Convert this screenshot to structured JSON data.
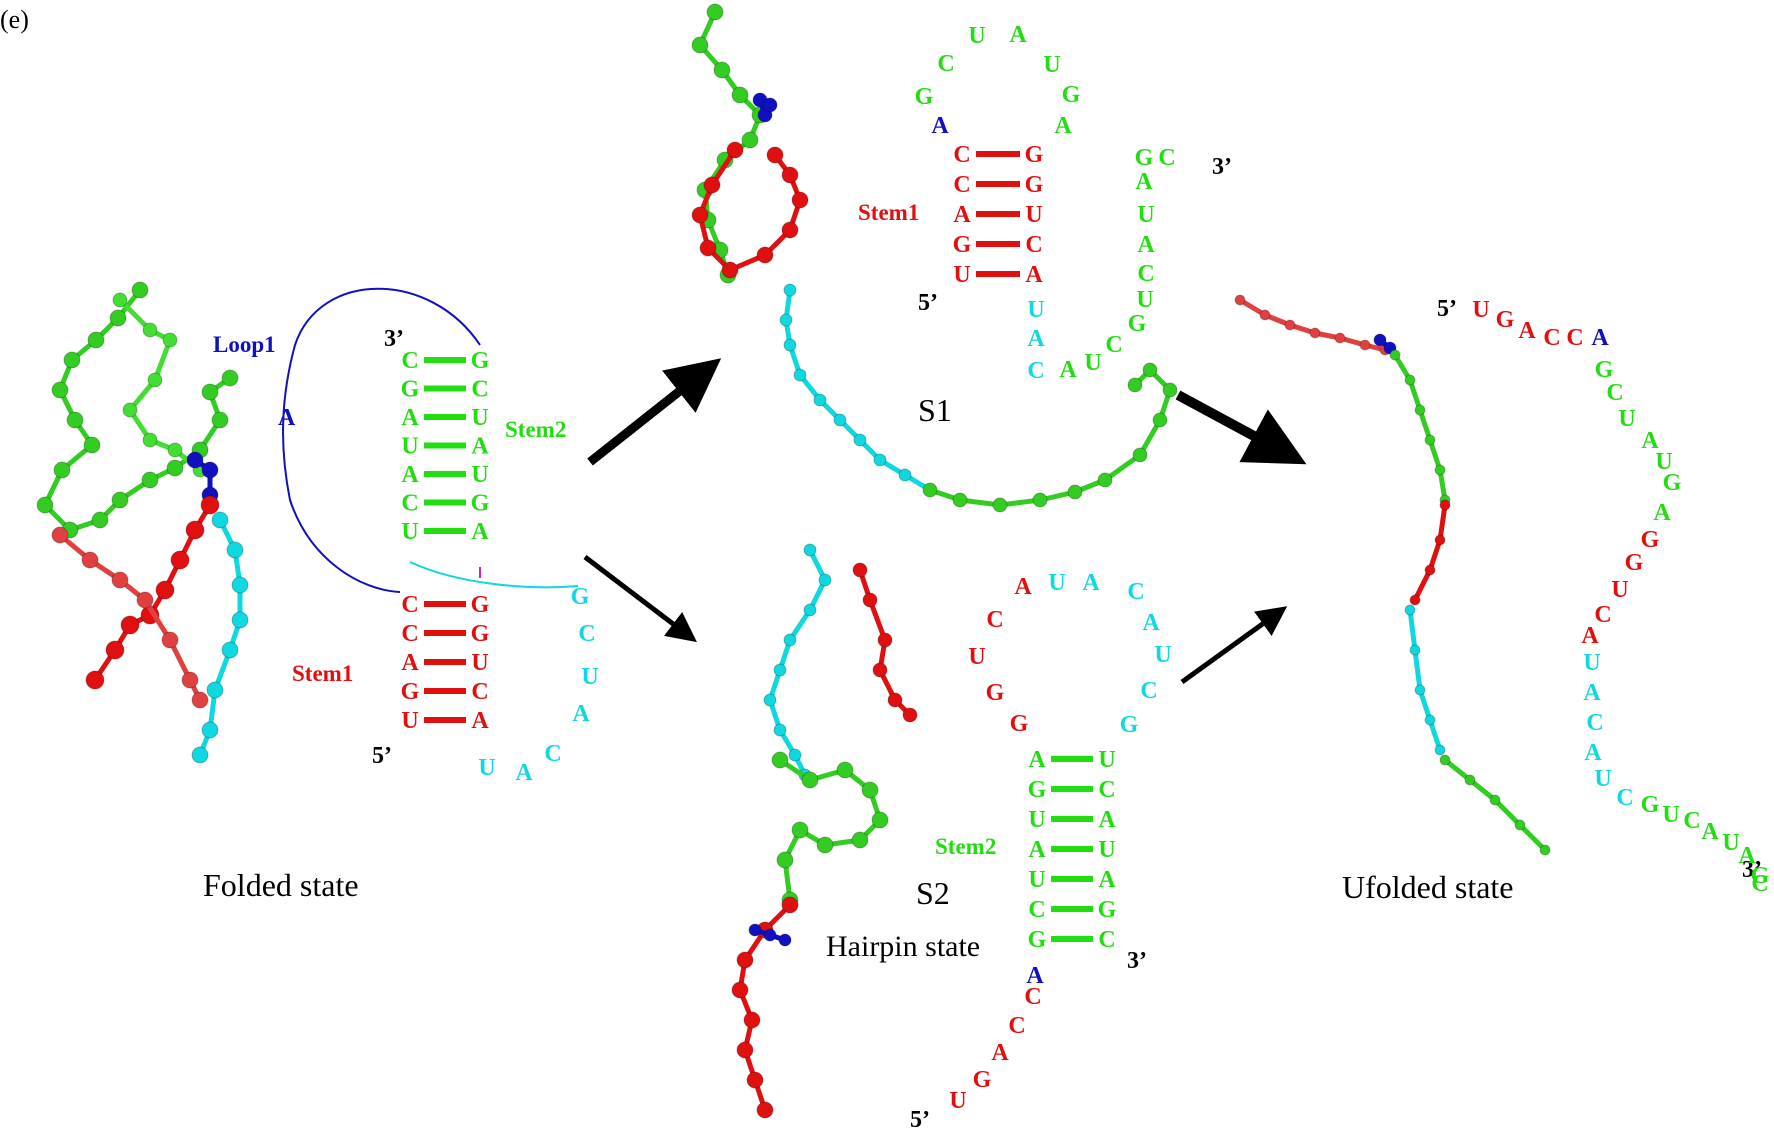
{
  "panel_label": "(e)",
  "colors": {
    "stem1": "#e01010",
    "stem2": "#22dd10",
    "loop_adenine": "#1010c0",
    "tail": "#10d8e0",
    "ends": "#000000"
  },
  "folded": {
    "caption": "Folded state",
    "loop_label": "Loop1",
    "loop_base": "A",
    "stem1_label": "Stem1",
    "stem2_label": "Stem2",
    "five_prime": "5’",
    "three_prime": "3’",
    "stem2_left": [
      "C",
      "G",
      "A",
      "U",
      "A",
      "C",
      "U"
    ],
    "stem2_right": [
      "G",
      "C",
      "U",
      "A",
      "U",
      "G",
      "A"
    ],
    "stem1_left": [
      "C",
      "C",
      "A",
      "G",
      "U"
    ],
    "stem1_right": [
      "G",
      "G",
      "U",
      "C",
      "A"
    ],
    "tail": [
      "G",
      "C",
      "U",
      "A",
      "C",
      "A",
      "U"
    ]
  },
  "s1": {
    "name": "S1",
    "stem1_label": "Stem1",
    "five_prime": "5’",
    "three_prime": "3’",
    "loop_adenine": "A",
    "loop": [
      "G",
      "C",
      "U",
      "A",
      "U",
      "G",
      "A"
    ],
    "stem1_left": [
      "C",
      "C",
      "A",
      "G",
      "U"
    ],
    "stem1_right": [
      "G",
      "G",
      "U",
      "C",
      "A"
    ],
    "tail_cyan": [
      "U",
      "A",
      "C"
    ],
    "tail_green": [
      "A",
      "U",
      "C",
      "G",
      "U",
      "C",
      "A",
      "U",
      "A",
      "G",
      "C"
    ]
  },
  "s2": {
    "name": "S2",
    "caption": "Hairpin state",
    "stem2_label": "Stem2",
    "five_prime": "5’",
    "three_prime": "3’",
    "loop_red": [
      "A",
      "C",
      "U",
      "G",
      "G"
    ],
    "loop_cyan": [
      "U",
      "A",
      "C",
      "A",
      "U",
      "C",
      "G"
    ],
    "stem2_left": [
      "A",
      "G",
      "U",
      "A",
      "U",
      "C",
      "G"
    ],
    "stem2_right": [
      "U",
      "C",
      "A",
      "U",
      "A",
      "G",
      "C"
    ],
    "linker_a": "A",
    "tail_red": [
      "C",
      "C",
      "A",
      "G",
      "U"
    ]
  },
  "unfolded": {
    "caption": "Ufolded state",
    "five_prime": "5’",
    "three_prime": "3’",
    "sequence": [
      {
        "b": "U",
        "c": "stem1"
      },
      {
        "b": "G",
        "c": "stem1"
      },
      {
        "b": "A",
        "c": "stem1"
      },
      {
        "b": "C",
        "c": "stem1"
      },
      {
        "b": "C",
        "c": "stem1"
      },
      {
        "b": "A",
        "c": "loop_adenine"
      },
      {
        "b": "G",
        "c": "stem2"
      },
      {
        "b": "C",
        "c": "stem2"
      },
      {
        "b": "U",
        "c": "stem2"
      },
      {
        "b": "A",
        "c": "stem2"
      },
      {
        "b": "U",
        "c": "stem2"
      },
      {
        "b": "G",
        "c": "stem2"
      },
      {
        "b": "A",
        "c": "stem2"
      },
      {
        "b": "G",
        "c": "stem1"
      },
      {
        "b": "G",
        "c": "stem1"
      },
      {
        "b": "U",
        "c": "stem1"
      },
      {
        "b": "C",
        "c": "stem1"
      },
      {
        "b": "A",
        "c": "stem1"
      },
      {
        "b": "U",
        "c": "tail"
      },
      {
        "b": "A",
        "c": "tail"
      },
      {
        "b": "C",
        "c": "tail"
      },
      {
        "b": "A",
        "c": "tail"
      },
      {
        "b": "U",
        "c": "tail"
      },
      {
        "b": "C",
        "c": "tail"
      },
      {
        "b": "G",
        "c": "stem2"
      },
      {
        "b": "U",
        "c": "stem2"
      },
      {
        "b": "C",
        "c": "stem2"
      },
      {
        "b": "A",
        "c": "stem2"
      },
      {
        "b": "U",
        "c": "stem2"
      },
      {
        "b": "A",
        "c": "stem2"
      },
      {
        "b": "G",
        "c": "stem2"
      },
      {
        "b": "C",
        "c": "stem2"
      }
    ]
  }
}
